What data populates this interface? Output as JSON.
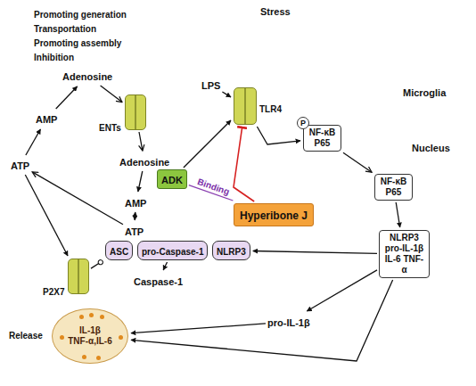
{
  "diagram": {
    "nodes": [
      {
        "text": [
          "Adenosine"
        ]
      },
      {
        "text": [
          "AMP"
        ]
      },
      {
        "text": [
          "ATP"
        ]
      },
      {
        "text": [
          "ENTs"
        ]
      },
      {
        "text": [
          "Adenosine"
        ]
      },
      {
        "text": [
          "ADK"
        ]
      },
      {
        "text": [
          "AMP"
        ]
      },
      {
        "text": [
          "ATP"
        ]
      },
      {
        "text": [
          "LPS"
        ]
      },
      {
        "text": [
          "TLR4"
        ]
      },
      {
        "text": [
          "P"
        ]
      },
      {
        "text": [
          "NF-κB P65"
        ]
      },
      {
        "text": [
          "Hyperibone J"
        ]
      },
      {
        "text": [
          "P2X7"
        ]
      },
      {
        "text": [
          "ASC"
        ]
      },
      {
        "text": [
          "pro-Caspase-1"
        ]
      },
      {
        "text": [
          "NLRP3"
        ]
      },
      {
        "text": [
          "Caspase-1"
        ]
      },
      {
        "text": [
          "pro-IL-1β"
        ]
      },
      {
        "text": [
          "IL-1β",
          "TNF-α,IL-6"
        ]
      },
      {
        "text": [
          "Nucleus"
        ]
      },
      {
        "text": [
          "NF-κB P65"
        ],
        "in": 20
      },
      {
        "text": [
          "NLRP3 pro-IL-1β IL-6 TNF-α"
        ],
        "in": 20
      }
    ],
    "edges": [
      {
        "from": 2,
        "to": 1,
        "arrow": "to"
      },
      {
        "from": 1,
        "to": 0,
        "arrow": "to"
      },
      {
        "from": 0,
        "to": 3,
        "arrow": "to"
      },
      {
        "from": 3,
        "to": 4,
        "arrow": "to"
      },
      {
        "from": 4,
        "to": 6,
        "arrow": "to"
      },
      {
        "from": 6,
        "to": 7,
        "arrow": "both"
      },
      {
        "from": 7,
        "to": 2,
        "arrow": "to"
      },
      {
        "from": 2,
        "to": 13,
        "arrow": "to"
      },
      {
        "from": 13,
        "to": 14,
        "arrow": "to"
      },
      {
        "from": 5,
        "to": 9,
        "arrow": "to"
      },
      {
        "from": 8,
        "to": 9,
        "arrow": "to"
      },
      {
        "from": 9,
        "to": 11,
        "arrow": "to"
      },
      {
        "from": 12,
        "to": 9,
        "arrow": "to"
      },
      {
        "from": 5,
        "to": 12,
        "label": "Binding",
        "arrow": "none"
      },
      {
        "from": 11,
        "to": 21,
        "arrow": "to"
      },
      {
        "from": 21,
        "to": 22,
        "arrow": "to"
      },
      {
        "from": 22,
        "to": 16,
        "arrow": "to"
      },
      {
        "from": 22,
        "to": 18,
        "arrow": "to"
      },
      {
        "from": 22,
        "to": 19,
        "arrow": "to"
      },
      {
        "from": 15,
        "to": 17,
        "arrow": "to"
      },
      {
        "from": 18,
        "to": 19,
        "arrow": "to"
      }
    ],
    "labels": [
      "Stress",
      "Microglia",
      "Release"
    ],
    "legend": [
      {
        "text": "Promoting generation"
      },
      {
        "text": "Transportation"
      },
      {
        "text": "Promoting assembly"
      },
      {
        "text": "Inhibition"
      }
    ]
  }
}
